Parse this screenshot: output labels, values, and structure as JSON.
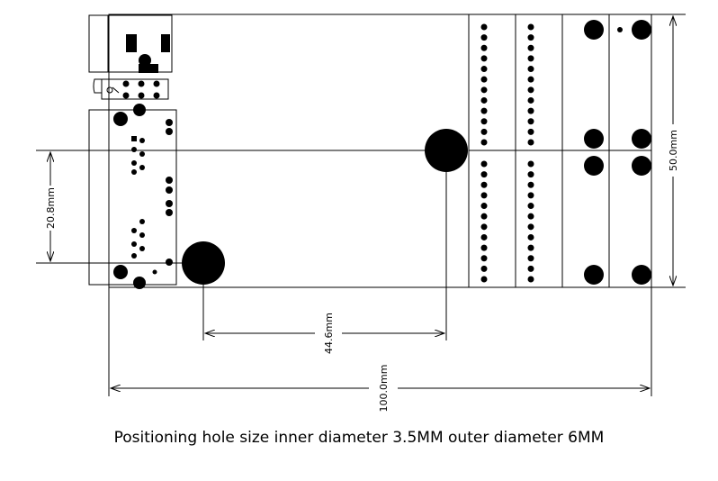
{
  "dimensions": {
    "height_label": "50.0mm",
    "width_label": "100.0mm",
    "hole_spacing_x_label": "44.6mm",
    "hole_spacing_y_label": "20.8mm"
  },
  "caption": "Positioning hole size inner diameter 3.5MM outer diameter 6MM",
  "colors": {
    "ink": "#000000",
    "background": "#ffffff"
  }
}
